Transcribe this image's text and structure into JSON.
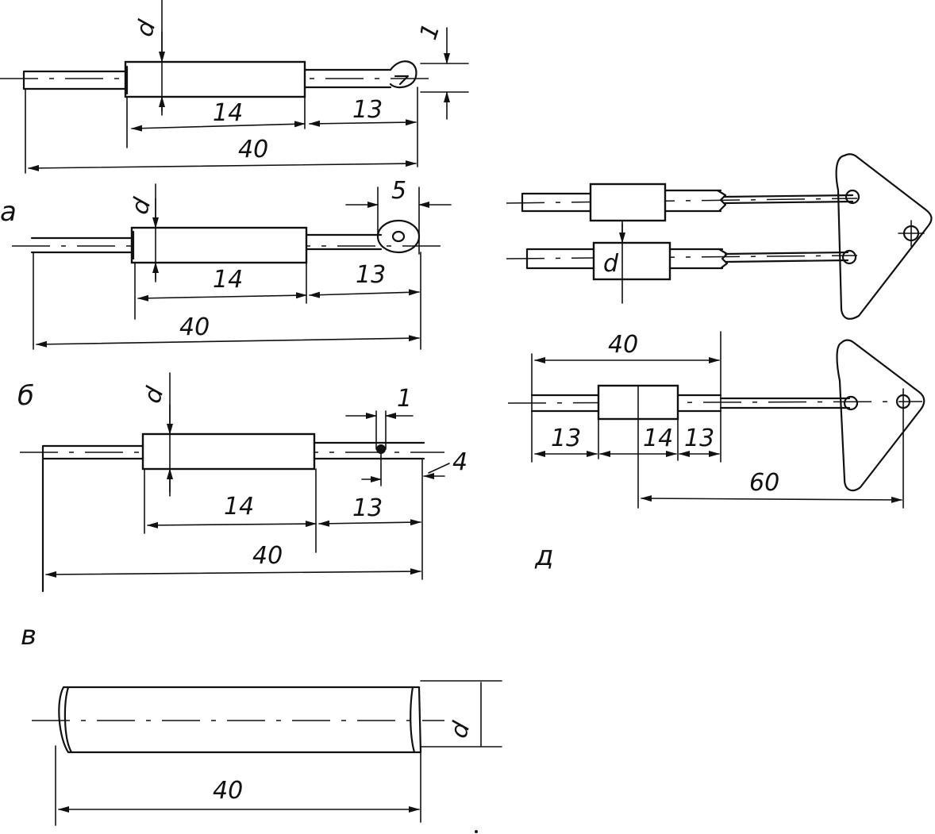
{
  "figures": {
    "a1": {
      "d": "d",
      "dim1": "1",
      "len_body": "14",
      "len_tail": "13",
      "len_total": "40"
    },
    "a2": {
      "label": "а",
      "d": "d",
      "dim5": "5",
      "len_body": "14",
      "len_tail": "13",
      "len_total": "40"
    },
    "b": {
      "label": "б",
      "d": "d",
      "dim1": "1",
      "dim4": "4",
      "len_body": "14",
      "len_tail": "13",
      "len_total": "40"
    },
    "v": {
      "label": "в",
      "d": "d",
      "len_total": "40"
    },
    "g": {
      "label": "д",
      "d": "d",
      "len_40": "40",
      "len_13a": "13",
      "len_14": "14",
      "len_13b": "13",
      "len_60": "60"
    }
  }
}
